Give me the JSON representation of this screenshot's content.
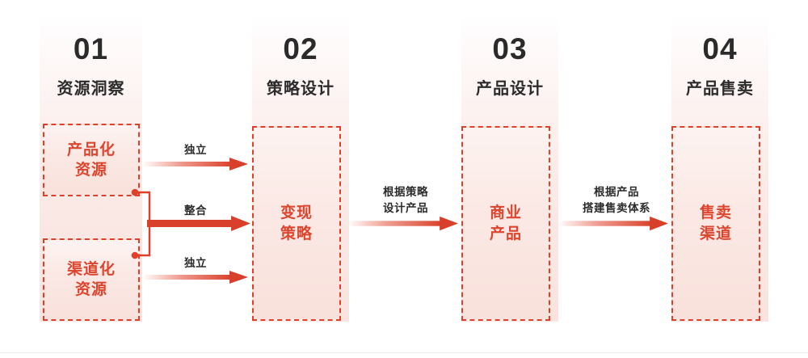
{
  "diagram": {
    "title_semantic": "resource-to-sales-flow",
    "accent_color": "#dd452e",
    "arrow_color": "#e0402a",
    "text_color": "#2b2b2b",
    "panel_tint": "#f9e4df"
  },
  "columns": [
    {
      "number": "01",
      "label": "资源洞察",
      "boxes": [
        {
          "text": "产品化\n资源"
        },
        {
          "text": "渠道化\n资源"
        }
      ]
    },
    {
      "number": "02",
      "label": "策略设计",
      "boxes": [
        {
          "text": "变现\n策略"
        }
      ]
    },
    {
      "number": "03",
      "label": "产品设计",
      "boxes": [
        {
          "text": "商业\n产品"
        }
      ]
    },
    {
      "number": "04",
      "label": "产品售卖",
      "boxes": [
        {
          "text": "售卖\n渠道"
        }
      ]
    }
  ],
  "connectors": [
    {
      "id": "c1",
      "label": "独立",
      "from": "产品化资源",
      "to": "变现策略",
      "style": "gradient"
    },
    {
      "id": "c2",
      "label": "整合",
      "from": "产品化资源+渠道化资源",
      "to": "变现策略",
      "style": "solid"
    },
    {
      "id": "c3",
      "label": "独立",
      "from": "渠道化资源",
      "to": "变现策略",
      "style": "gradient"
    },
    {
      "id": "c4",
      "label": "根据策略\n设计产品",
      "from": "变现策略",
      "to": "商业产品",
      "style": "gradient"
    },
    {
      "id": "c5",
      "label": "根据产品\n搭建售卖体系",
      "from": "商业产品",
      "to": "售卖渠道",
      "style": "gradient"
    }
  ]
}
